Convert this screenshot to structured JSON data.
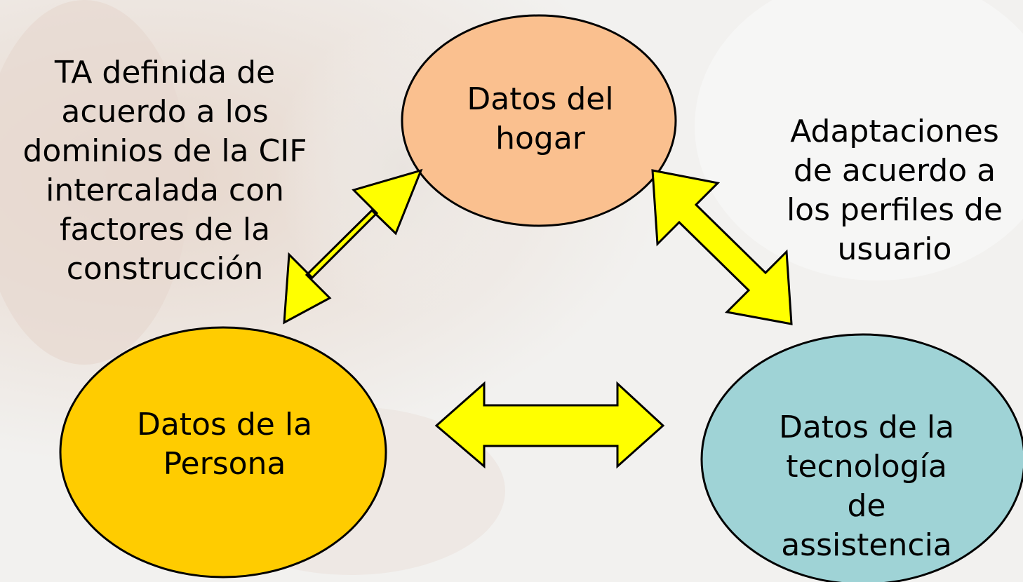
{
  "nodes": {
    "hogar": {
      "label": "Datos del\nhogar",
      "fill": "#fac08f"
    },
    "persona": {
      "label": "Datos de la\nPersona",
      "fill": "#ffcc00"
    },
    "tecnologia": {
      "label": "Datos de la\ntecnología\nde\nassistencia",
      "fill": "#9fd3d6"
    }
  },
  "annotations": {
    "left": "TA definida de\nacuerdo a los\ndominios de la CIF\nintercalada con\nfactores de la\nconstrucción",
    "right": "Adaptaciones\nde acuerdo a\nlos perfiles de\nusuario"
  },
  "colors": {
    "arrow_fill": "#ffff00",
    "stroke": "#000000"
  }
}
